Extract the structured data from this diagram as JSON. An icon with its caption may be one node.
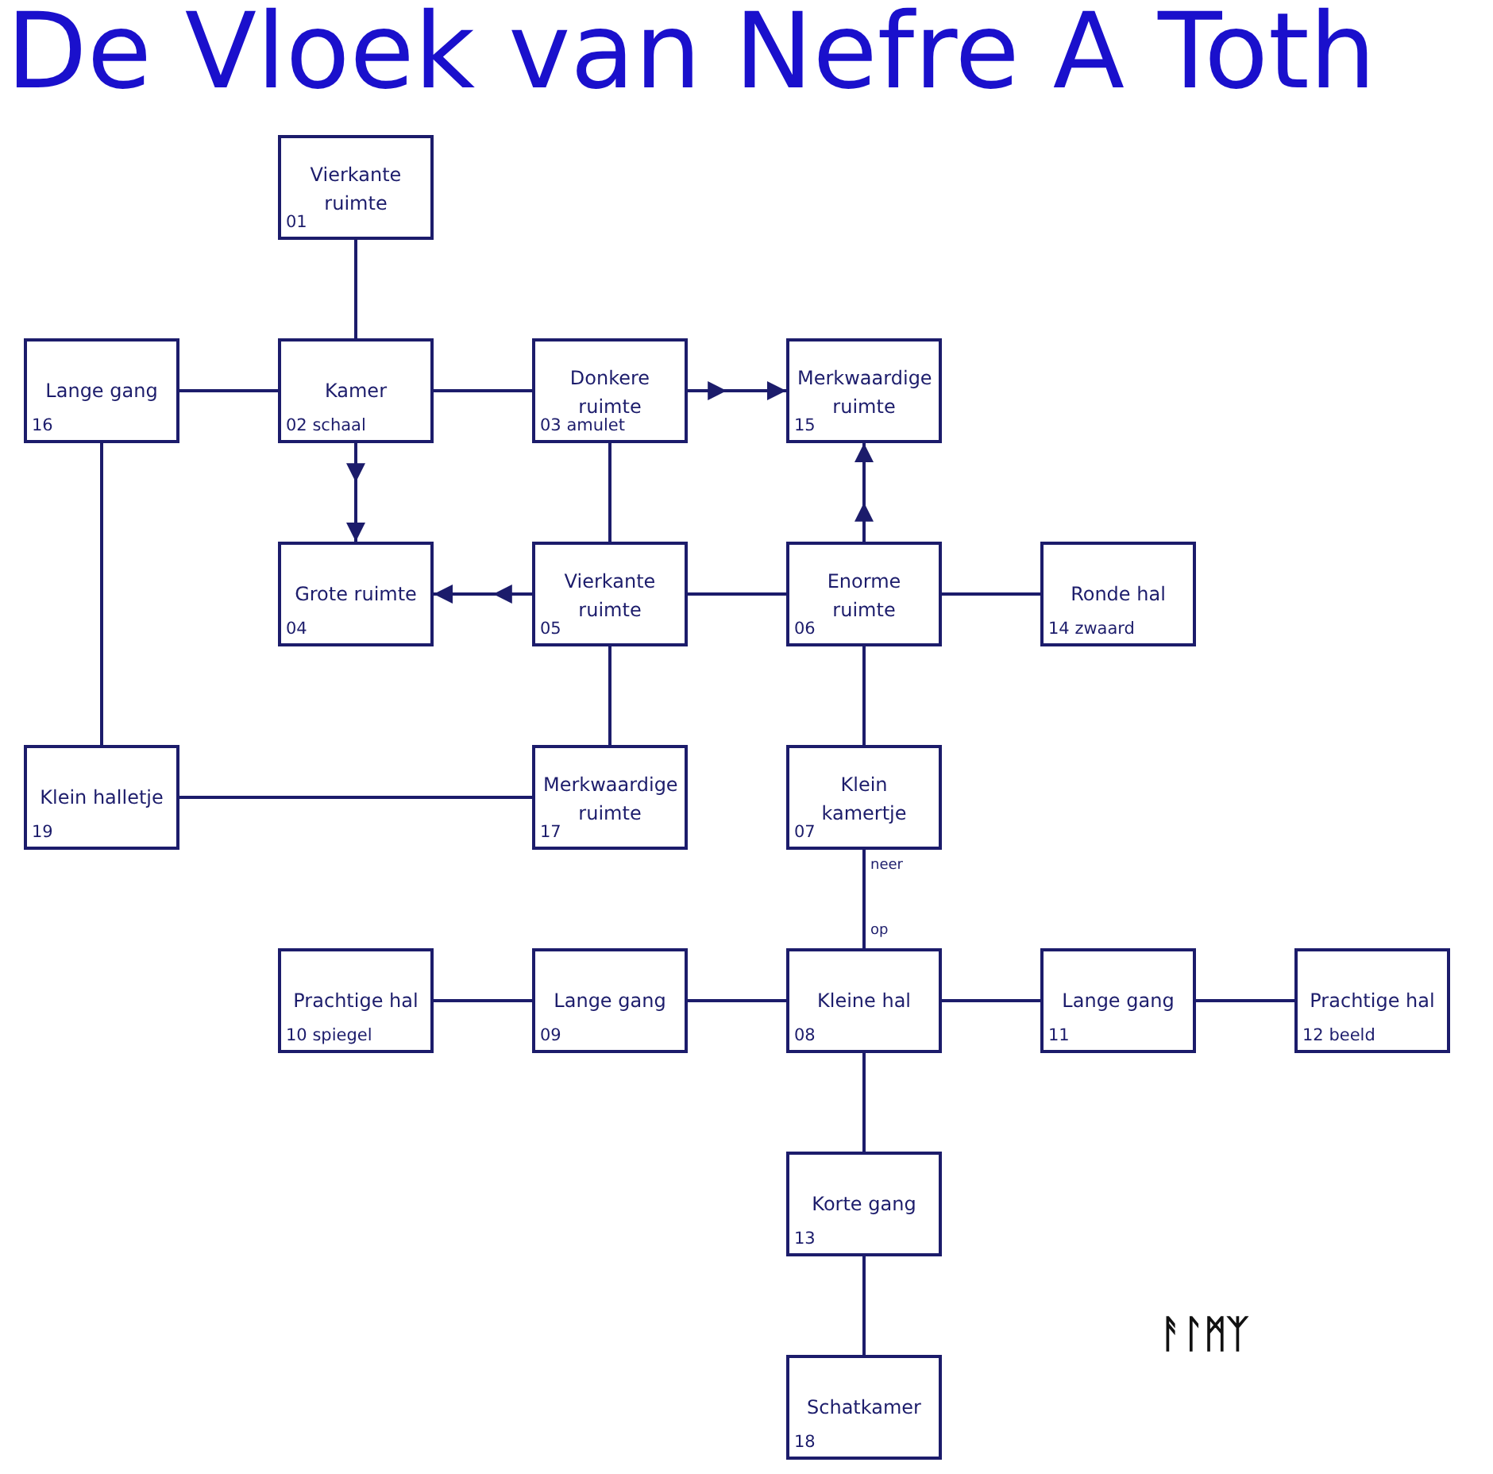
{
  "diagram": {
    "title": "De Vloek van Nefre A Toth",
    "nodes": [
      {
        "text": [
          "Vierkante ruimte",
          "01"
        ]
      },
      {
        "text": [
          "Lange gang",
          "16"
        ]
      },
      {
        "text": [
          "Kamer",
          "02 schaal"
        ]
      },
      {
        "text": [
          "Donkere ruimte",
          "03 amulet"
        ]
      },
      {
        "text": [
          "Merkwaardige ruimte",
          "15"
        ]
      },
      {
        "text": [
          "Grote ruimte",
          "04"
        ]
      },
      {
        "text": [
          "Vierkante ruimte",
          "05"
        ]
      },
      {
        "text": [
          "Enorme ruimte",
          "06"
        ]
      },
      {
        "text": [
          "Ronde hal",
          "14 zwaard"
        ]
      },
      {
        "text": [
          "Klein halletje",
          "19"
        ]
      },
      {
        "text": [
          "Merkwaardige ruimte",
          "17"
        ]
      },
      {
        "text": [
          "Klein kamertje",
          "07"
        ]
      },
      {
        "text": [
          "Prachtige hal",
          "10 spiegel"
        ]
      },
      {
        "text": [
          "Lange gang",
          "09"
        ]
      },
      {
        "text": [
          "Kleine hal",
          "08"
        ]
      },
      {
        "text": [
          "Lange gang",
          "11"
        ]
      },
      {
        "text": [
          "Prachtige hal",
          "12 beeld"
        ]
      },
      {
        "text": [
          "Korte gang",
          "13"
        ]
      },
      {
        "text": [
          "Schatkamer",
          "18"
        ]
      }
    ],
    "edges": [
      {
        "from": 0,
        "to": 2,
        "arrow": "none"
      },
      {
        "from": 1,
        "to": 2,
        "arrow": "none"
      },
      {
        "from": 2,
        "to": 3,
        "arrow": "none"
      },
      {
        "from": 2,
        "to": 5,
        "arrow": "to"
      },
      {
        "from": 3,
        "to": 4,
        "arrow": "to"
      },
      {
        "from": 3,
        "to": 6,
        "arrow": "none"
      },
      {
        "from": 1,
        "to": 9,
        "arrow": "none"
      },
      {
        "from": 6,
        "to": 5,
        "arrow": "to"
      },
      {
        "from": 6,
        "to": 7,
        "arrow": "none"
      },
      {
        "from": 7,
        "to": 4,
        "arrow": "to"
      },
      {
        "from": 7,
        "to": 8,
        "arrow": "none"
      },
      {
        "from": 6,
        "to": 10,
        "arrow": "none"
      },
      {
        "from": 9,
        "to": 10,
        "arrow": "none"
      },
      {
        "from": 7,
        "to": 11,
        "arrow": "none"
      },
      {
        "from": 11,
        "to": 14,
        "arrow": "none",
        "label": "neer"
      },
      {
        "from": 12,
        "to": 13,
        "arrow": "none"
      },
      {
        "from": 13,
        "to": 14,
        "arrow": "none"
      },
      {
        "from": 14,
        "to": 15,
        "arrow": "none"
      },
      {
        "from": 15,
        "to": 16,
        "arrow": "none"
      },
      {
        "from": 14,
        "to": 17,
        "arrow": "none"
      },
      {
        "from": 17,
        "to": 18,
        "arrow": "none"
      }
    ],
    "labels": [
      "op",
      "ᚨᛚᛗᛉ"
    ]
  }
}
